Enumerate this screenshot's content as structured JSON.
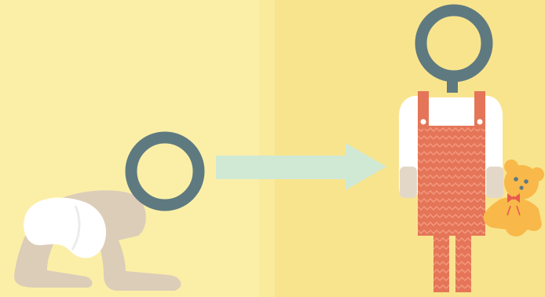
{
  "illustration": {
    "subject": "child-growth-crawling-to-standing",
    "colors": {
      "background_left": "#FBEFA8",
      "background_right": "#F9E48E",
      "head_outline": "#5E7A80",
      "baby_body": "#DCCDB8",
      "diaper": "#FFFFFF",
      "arrow": "#CFE9D5",
      "skin": "#E3D8C8",
      "shirt": "#FFFFFF",
      "overalls": "#E57558",
      "overalls_pattern": "#F39A7E",
      "teddy_bear": "#F8B94A",
      "teddy_accent": "#E3904A"
    },
    "icons": {
      "left": "crawling-baby",
      "middle": "arrow-right",
      "right": "standing-toddler-with-teddy-bear"
    }
  }
}
